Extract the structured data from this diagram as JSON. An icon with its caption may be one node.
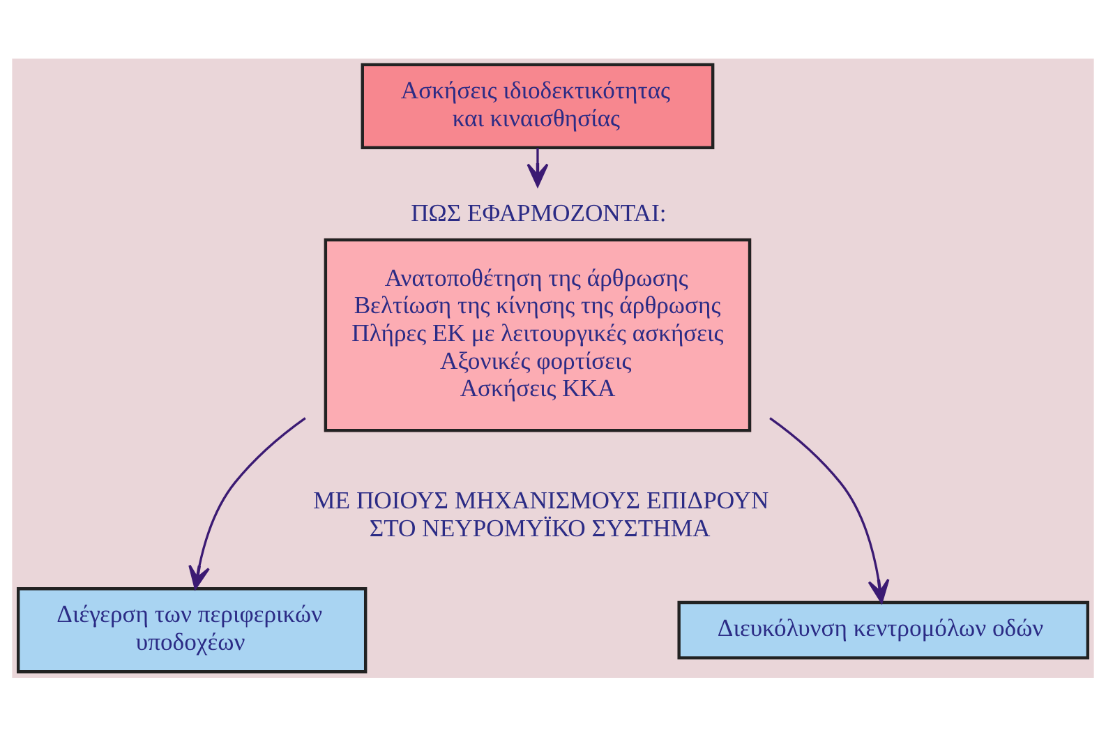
{
  "diagram": {
    "nodes": [
      {
        "text": [
          "Ασκήσεις ιδιοδεκτικότητας και κιναισθησίας"
        ]
      },
      {
        "text": [
          "ΠΩΣ ΕΦΑΡΜΟΖΟΝΤΑΙ:",
          "Ανατοποθέτηση της άρθρωσης",
          "Βελτίωση της κίνησης της άρθρωσης",
          "Πλήρες ΕΚ με λειτουργικές ασκήσεις",
          "Αξονικές φορτίσεις",
          "Ασκήσεις ΚΚΑ"
        ]
      },
      {
        "text": [
          "Διέγερση των περιφερικών υποδοχέων"
        ]
      },
      {
        "text": [
          "Διευκόλυνση κεντρομόλων οδών"
        ]
      }
    ],
    "edges": [
      {
        "from": 0,
        "to": 1,
        "arrow": "to"
      },
      {
        "from": 1,
        "to": 2,
        "arrow": "to"
      },
      {
        "from": 1,
        "to": 3,
        "arrow": "to"
      }
    ],
    "labels": [
      "ΜΕ ΠΟΙΟΥΣ ΜΗΧΑΝΙΣΜΟΥΣ ΕΠΙΔΡΟΥΝ ΣΤΟ ΝΕΥΡΟΜΥΪΚΟ ΣΥΣΤΗΜΑ"
    ]
  }
}
